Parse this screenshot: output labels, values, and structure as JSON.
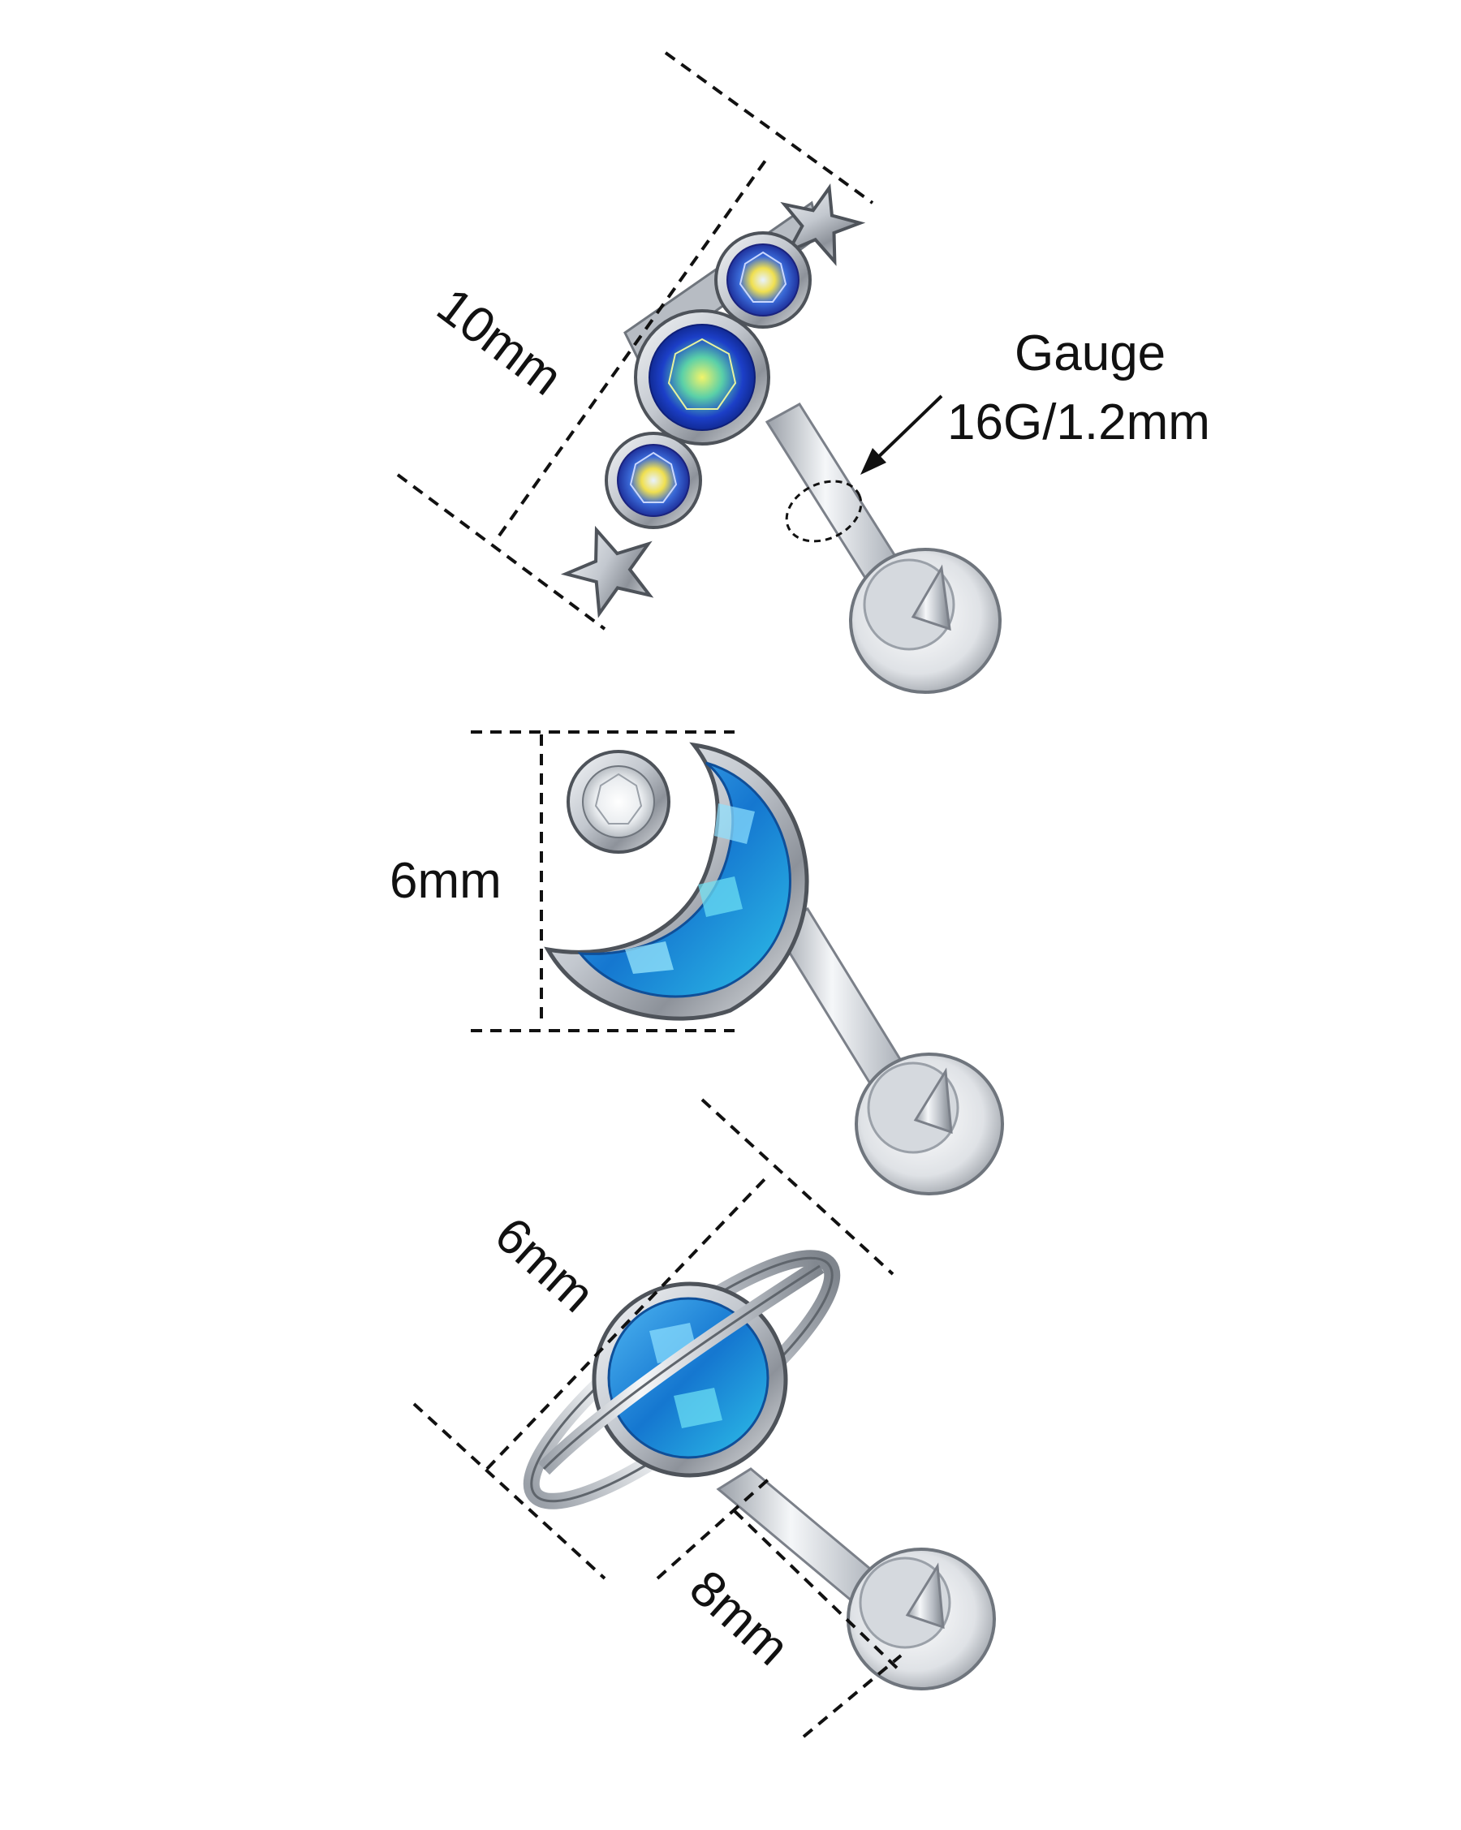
{
  "labels": {
    "top_length": "10mm",
    "gauge_title": "Gauge",
    "gauge_value": "16G/1.2mm",
    "moon_height": "6mm",
    "planet_width": "6mm",
    "bar_length": "8mm"
  },
  "colors": {
    "metal": "#c8ccd2",
    "metal_dark": "#7b8089",
    "opal_blue": "#1f7fd6",
    "crystal_blue": "#2a3fc4",
    "crystal_ab": "#7ee0c8",
    "dash_line": "#111111"
  }
}
